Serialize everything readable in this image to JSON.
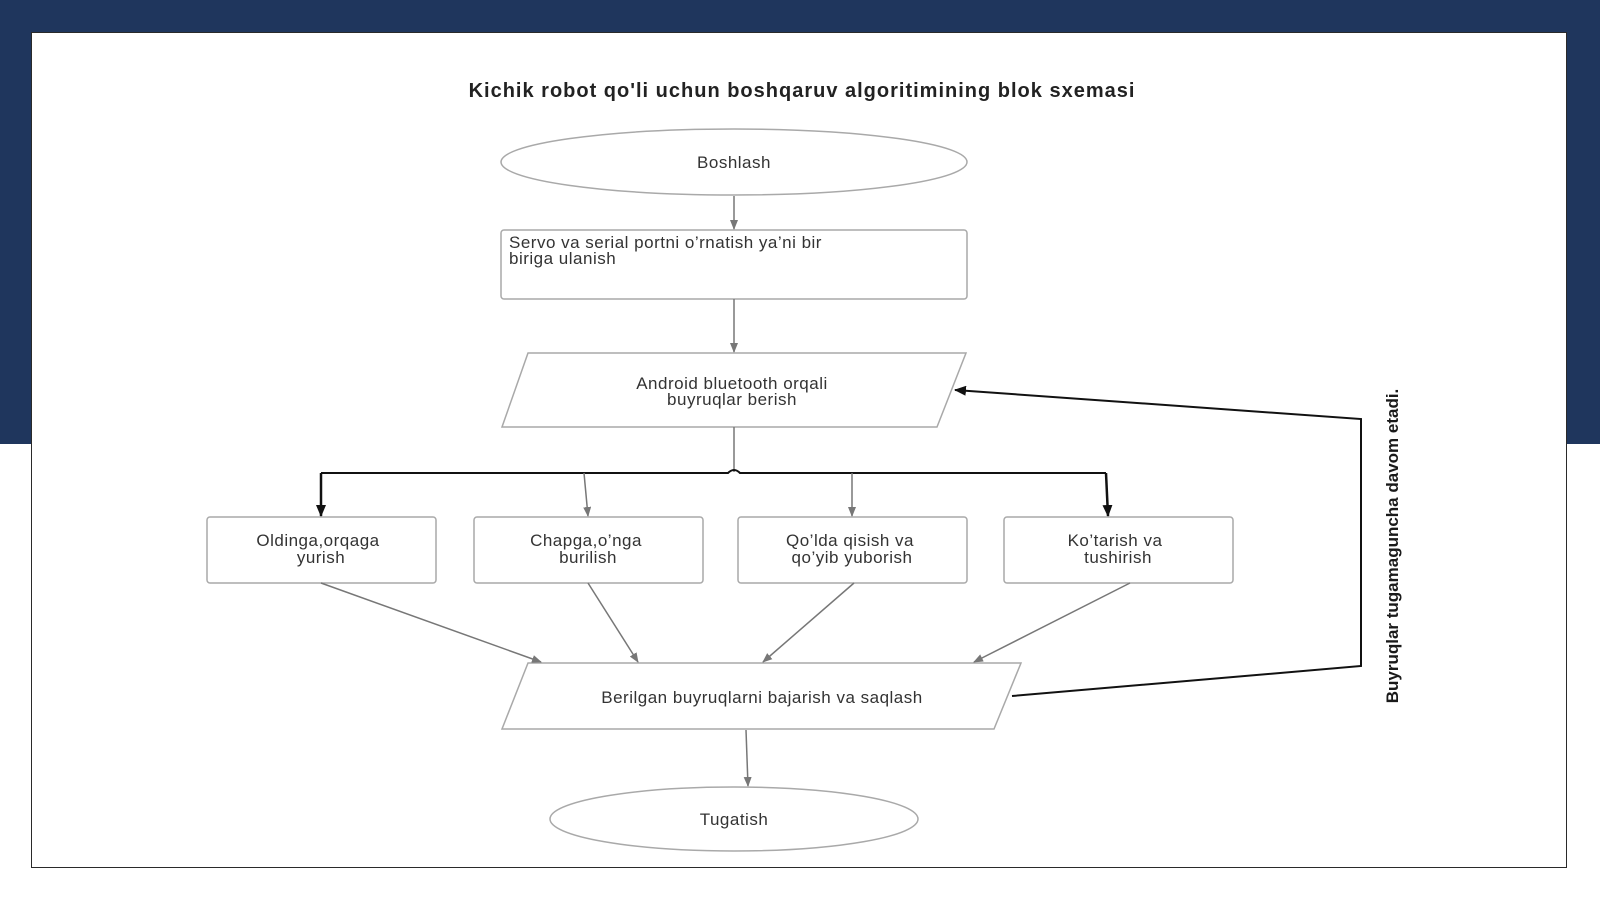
{
  "colors": {
    "banner": "#1f365d",
    "slide_background": "#ffffff",
    "node_stroke": "#a9a9a9",
    "connector": "#777777",
    "bold_connector": "#111111"
  },
  "title": "Kichik robot qo'li uchun boshqaruv algoritimining blok sxemasi",
  "nodes": {
    "start": {
      "shape": "ellipse",
      "text": "Boshlash"
    },
    "setup": {
      "shape": "rectangle",
      "line1": "Servo va serial portni o’rnatish ya’ni bir",
      "line2": "biriga ulanish"
    },
    "input": {
      "shape": "parallelogram",
      "line1": "Android bluetooth orqali",
      "line2": "buyruqlar berish"
    },
    "forward_back": {
      "shape": "rectangle",
      "line1": "Oldinga,orqaga",
      "line2": "yurish"
    },
    "left_right": {
      "shape": "rectangle",
      "line1": "Chapga,o’nga",
      "line2": "burilish"
    },
    "grip_release": {
      "shape": "rectangle",
      "line1": "Qo’lda qisish va",
      "line2": "qo’yib yuborish"
    },
    "lift_lower": {
      "shape": "rectangle",
      "line1": "Ko’tarish va",
      "line2": "tushirish"
    },
    "execute": {
      "shape": "parallelogram",
      "text": "Berilgan buyruqlarni bajarish va saqlash"
    },
    "end": {
      "shape": "ellipse",
      "text": "Tugatish"
    }
  },
  "loop_label": "Buyruqlar tugamaguncha davom etadi."
}
